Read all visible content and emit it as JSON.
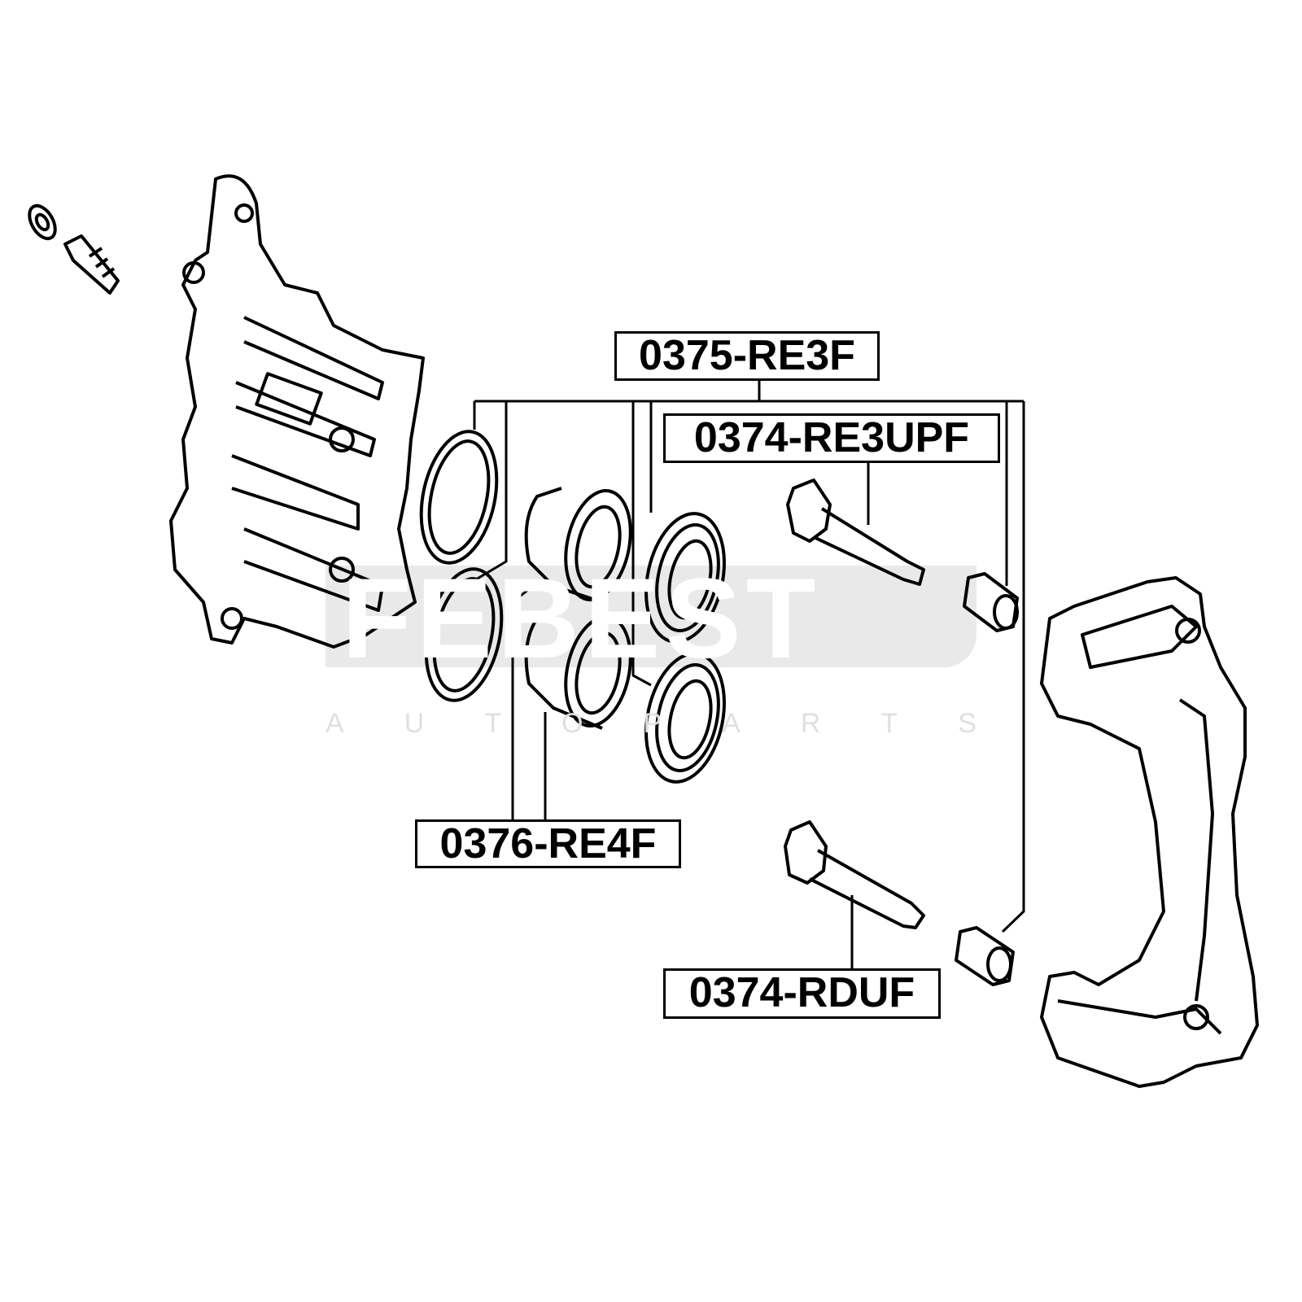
{
  "watermark": {
    "brand": "FEBEST",
    "tagline_letters": [
      "A",
      "U",
      "T",
      "O",
      "P",
      "A",
      "R",
      "T",
      "S"
    ]
  },
  "labels": {
    "seal_kit": "0375-RE3F",
    "guide_pin_upper": "0374-RE3UPF",
    "piston": "0376-RE4F",
    "guide_pin_lower": "0374-RDUF"
  }
}
